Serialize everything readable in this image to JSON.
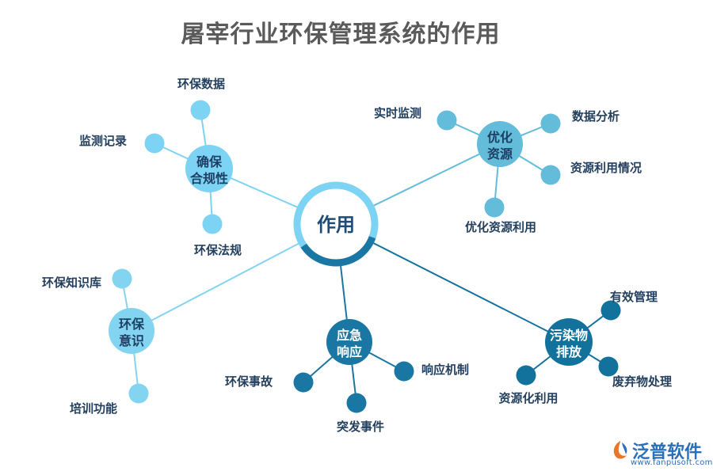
{
  "title": "屠宰行业环保管理系统的作用",
  "center": "作用",
  "branches": [
    {
      "id": "compliance",
      "lines": [
        "确保",
        "合规性"
      ],
      "color": "#7dd3f3",
      "leaves": [
        "环保数据",
        "监测记录",
        "环保法规"
      ]
    },
    {
      "id": "optimize",
      "lines": [
        "优化",
        "资源"
      ],
      "color": "#63bcd9",
      "leaves": [
        "实时监测",
        "数据分析",
        "资源利用情况",
        "优化资源利用"
      ]
    },
    {
      "id": "awareness",
      "lines": [
        "环保",
        "意识"
      ],
      "color": "#82d4f1",
      "leaves": [
        "环保知识库",
        "培训功能"
      ]
    },
    {
      "id": "emergency",
      "lines": [
        "应急",
        "响应"
      ],
      "color": "#1a76a3",
      "leaves": [
        "环保事故",
        "突发事件",
        "响应机制"
      ]
    },
    {
      "id": "pollution",
      "lines": [
        "污染物",
        "排放"
      ],
      "color": "#13729c",
      "leaves": [
        "有效管理",
        "废弃物处理",
        "资源化利用"
      ]
    }
  ],
  "logo": {
    "name": "泛普软件",
    "url": "www.fanpusoft.com"
  }
}
